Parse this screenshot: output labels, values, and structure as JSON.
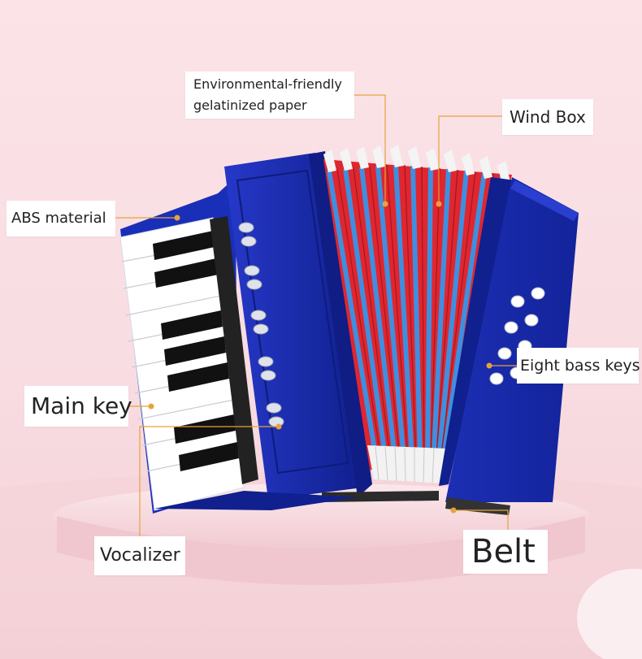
{
  "labels": {
    "environmental": "Environmental-friendly gelatinized paper",
    "wind_box": "Wind Box",
    "abs": "ABS material",
    "bass_keys": "Eight bass keys",
    "main_key": "Main key",
    "vocalizer": "Vocalizer",
    "belt": "Belt"
  },
  "colors": {
    "body_blue": "#1a2fb8",
    "bellows_red": "#e0262f",
    "bellows_blue": "#3f8fe0",
    "leader_line": "#e8a23c",
    "background_pink": "#f8dde2"
  },
  "icons": [
    "accordion-image"
  ]
}
